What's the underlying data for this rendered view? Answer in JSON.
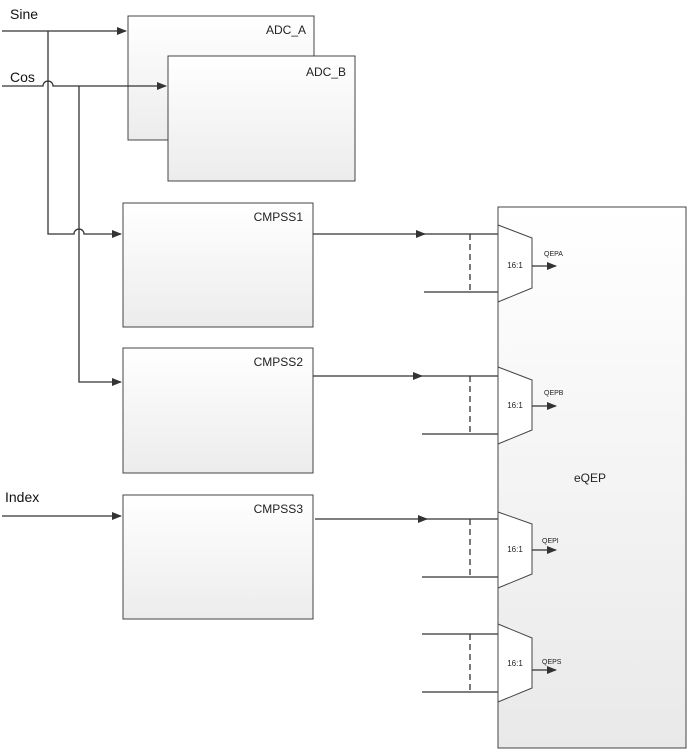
{
  "inputs": {
    "sine": "Sine",
    "cos": "Cos",
    "index": "Index"
  },
  "blocks": {
    "adc_a": "ADC_A",
    "adc_b": "ADC_B",
    "cmpss1": "CMPSS1",
    "cmpss2": "CMPSS2",
    "cmpss3": "CMPSS3",
    "eqep": "eQEP"
  },
  "muxes": [
    {
      "label": "16:1",
      "output": "QEPA"
    },
    {
      "label": "16:1",
      "output": "QEPB"
    },
    {
      "label": "16:1",
      "output": "QEPI"
    },
    {
      "label": "16:1",
      "output": "QEPS"
    }
  ]
}
